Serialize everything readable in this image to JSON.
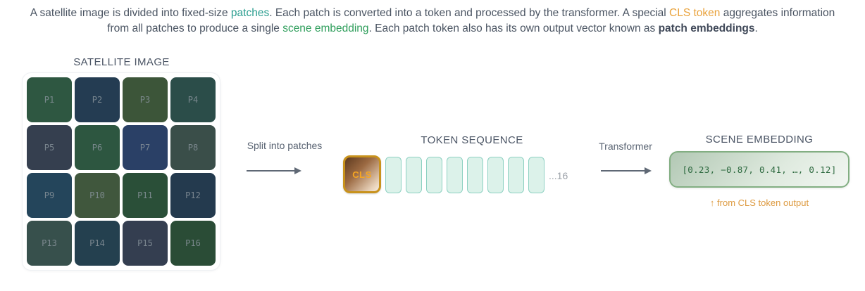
{
  "intro": {
    "segments": [
      {
        "text": "A satellite image is divided into fixed-size ",
        "style": "normal"
      },
      {
        "text": "patches",
        "style": "teal"
      },
      {
        "text": ". Each patch is converted into a token and processed by the transformer. A special ",
        "style": "normal"
      },
      {
        "text": "CLS token",
        "style": "orange"
      },
      {
        "text": " aggregates information from all patches to produce a single ",
        "style": "normal"
      },
      {
        "text": "scene embedding",
        "style": "green"
      },
      {
        "text": ". Each patch token also has its own output vector known as ",
        "style": "normal"
      },
      {
        "text": "patch embeddings",
        "style": "bold"
      },
      {
        "text": ".",
        "style": "normal"
      }
    ]
  },
  "satellite": {
    "title": "SATELLITE IMAGE",
    "patches": [
      {
        "label": "P1",
        "color": "#2e5741"
      },
      {
        "label": "P2",
        "color": "#243c52"
      },
      {
        "label": "P3",
        "color": "#3c5539"
      },
      {
        "label": "P4",
        "color": "#2b4d49"
      },
      {
        "label": "P5",
        "color": "#353f4f"
      },
      {
        "label": "P6",
        "color": "#2d5640"
      },
      {
        "label": "P7",
        "color": "#2a4066"
      },
      {
        "label": "P8",
        "color": "#3a4e49"
      },
      {
        "label": "P9",
        "color": "#24455b"
      },
      {
        "label": "P10",
        "color": "#40573d"
      },
      {
        "label": "P11",
        "color": "#2a4f38"
      },
      {
        "label": "P12",
        "color": "#243a4e"
      },
      {
        "label": "P13",
        "color": "#37504c"
      },
      {
        "label": "P14",
        "color": "#24404f"
      },
      {
        "label": "P15",
        "color": "#343e50"
      },
      {
        "label": "P16",
        "color": "#2a4c36"
      }
    ]
  },
  "split_arrow": {
    "label": "Split into patches"
  },
  "token_sequence": {
    "title": "TOKEN SEQUENCE",
    "cls_label": "CLS",
    "patch_token_count_visible": 8,
    "overflow_label": "...16"
  },
  "transformer_arrow": {
    "label": "Transformer"
  },
  "scene_embedding": {
    "title": "SCENE EMBEDDING",
    "vector": "[0.23, −0.87, 0.41, …, 0.12]",
    "caption": "↑ from CLS token output"
  },
  "colors": {
    "teal": "#2a9d8f",
    "orange": "#e9a23b",
    "green": "#2e9e5b",
    "cls_border": "#c8921c",
    "cls_text": "#f5a623",
    "token_fill": "#dcf2ea",
    "token_border": "#8ed1c2",
    "scene_border": "#82ae82",
    "scene_text": "#2e6a40",
    "caption_orange": "#dd9a40"
  }
}
